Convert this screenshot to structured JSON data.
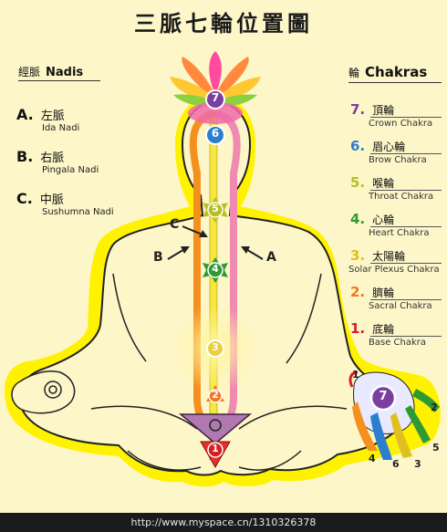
{
  "title": "三脈七輪位置圖",
  "nadis_header": {
    "cjk": "經脈",
    "label": "Nadis"
  },
  "chakras_header": {
    "cjk": "輪",
    "label": "Chakras"
  },
  "nadis": [
    {
      "letter": "A.",
      "cjk": "左脈",
      "name": "Ida Nadi"
    },
    {
      "letter": "B.",
      "cjk": "右脈",
      "name": "Pingala Nadi"
    },
    {
      "letter": "C.",
      "cjk": "中脈",
      "name": "Sushumna Nadi"
    }
  ],
  "chakras": [
    {
      "num": "7.",
      "cjk": "頂輪",
      "name": "Crown Chakra",
      "color": "#7b3fa0"
    },
    {
      "num": "6.",
      "cjk": "眉心輪",
      "name": "Brow Chakra",
      "color": "#2a7fd0"
    },
    {
      "num": "5.",
      "cjk": "喉輪",
      "name": "Throat Chakra",
      "color": "#b8c020"
    },
    {
      "num": "4.",
      "cjk": "心輪",
      "name": "Heart Chakra",
      "color": "#2e9a34"
    },
    {
      "num": "3.",
      "cjk": "太陽輪",
      "name": "Solar Plexus Chakra",
      "color": "#e0c020"
    },
    {
      "num": "2.",
      "cjk": "臍輪",
      "name": "Sacral Chakra",
      "color": "#f07820"
    },
    {
      "num": "1.",
      "cjk": "底輪",
      "name": "Base Chakra",
      "color": "#d42020"
    }
  ],
  "body_labels": {
    "a": "A",
    "b": "B",
    "c": "C"
  },
  "spine_numbers": [
    "7",
    "6",
    "5",
    "4",
    "3",
    "2",
    "1"
  ],
  "hand_numbers": [
    "1",
    "2",
    "3",
    "4",
    "5",
    "6",
    "7"
  ],
  "footer_url": "http://www.myspace.cn/1310326378",
  "colors": {
    "background": "#fdf6c8",
    "body_glow": "#fff200",
    "ida": "#f08ab0",
    "pingala": "#f49020",
    "sushumna": "#f6e640",
    "outline": "#222222"
  }
}
